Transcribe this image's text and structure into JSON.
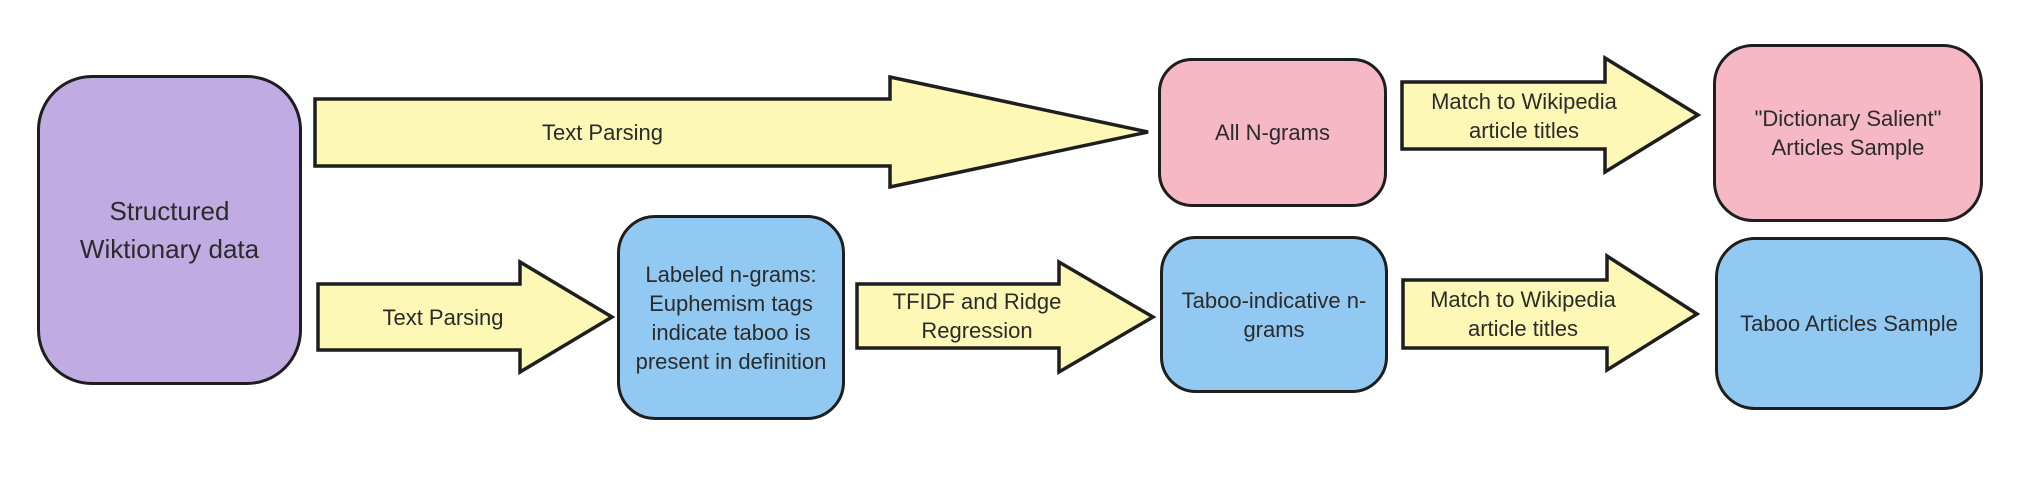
{
  "colors": {
    "arrow_fill": "#FDF8B5",
    "purple": "#C0ABE2",
    "pink": "#F5B8C4",
    "blue": "#92C9F2",
    "outline": "#1E1E1E",
    "text": "#2B2B2B"
  },
  "nodes": {
    "source": {
      "label": "Structured Wiktionary data",
      "lines": [
        "Structured",
        "Wiktionary data"
      ],
      "color": "#C0ABE2"
    },
    "all_ngrams": {
      "label": "All N-grams",
      "lines": [
        "All N-grams"
      ],
      "color": "#F5B8C4"
    },
    "dictionary_salient": {
      "label": "\"Dictionary Salient\" Articles Sample",
      "lines": [
        "\"Dictionary Salient\"",
        "Articles Sample"
      ],
      "color": "#F5B8C4"
    },
    "labeled_ngrams": {
      "label": "Labeled n-grams: Euphemism tags indicate taboo is present in definition",
      "lines": [
        "Labeled n-grams:",
        "Euphemism tags",
        "indicate taboo is",
        "present in definition"
      ],
      "color": "#92C9F2"
    },
    "taboo_indicative": {
      "label": "Taboo-indicative n-grams",
      "lines": [
        "Taboo-indicative n-",
        "grams"
      ],
      "color": "#92C9F2"
    },
    "taboo_articles": {
      "label": "Taboo Articles Sample",
      "lines": [
        "Taboo Articles Sample"
      ],
      "color": "#92C9F2"
    }
  },
  "arrows": {
    "text_parsing_top": {
      "label": "Text Parsing",
      "lines": [
        "Text Parsing"
      ]
    },
    "match_top": {
      "label": "Match to Wikipedia article titles",
      "lines": [
        "Match to Wikipedia",
        "article titles"
      ]
    },
    "text_parsing_bottom": {
      "label": "Text Parsing",
      "lines": [
        "Text Parsing"
      ]
    },
    "tfidf": {
      "label": "TFIDF and Ridge Regression",
      "lines": [
        "TFIDF and Ridge",
        "Regression"
      ]
    },
    "match_bottom": {
      "label": "Match to Wikipedia article titles",
      "lines": [
        "Match to Wikipedia",
        "article titles"
      ]
    }
  }
}
